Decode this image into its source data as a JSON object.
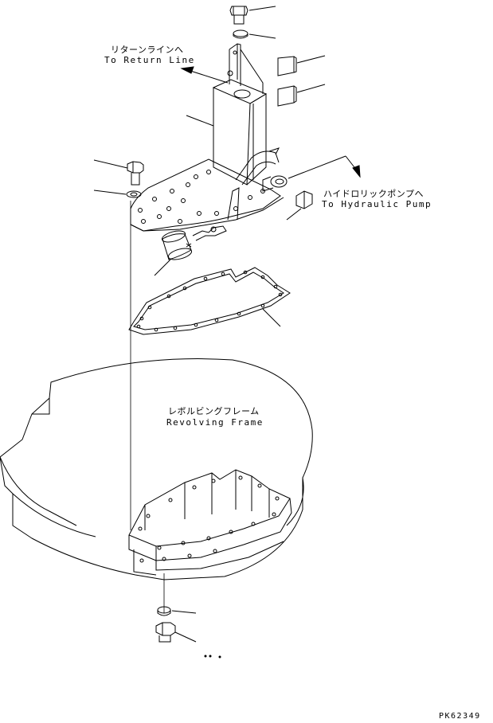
{
  "labels": {
    "return_line_jp": "リターンラインへ",
    "return_line_en": "To Return Line",
    "hydraulic_pump_jp": "ハイドロリックポンプへ",
    "hydraulic_pump_en": "To Hydraulic Pump",
    "revolving_frame_jp": "レボルビングフレーム",
    "revolving_frame_en": "Revolving Frame",
    "drawing_number": "PK62349"
  },
  "colors": {
    "line": "#000000",
    "background": "#ffffff"
  }
}
